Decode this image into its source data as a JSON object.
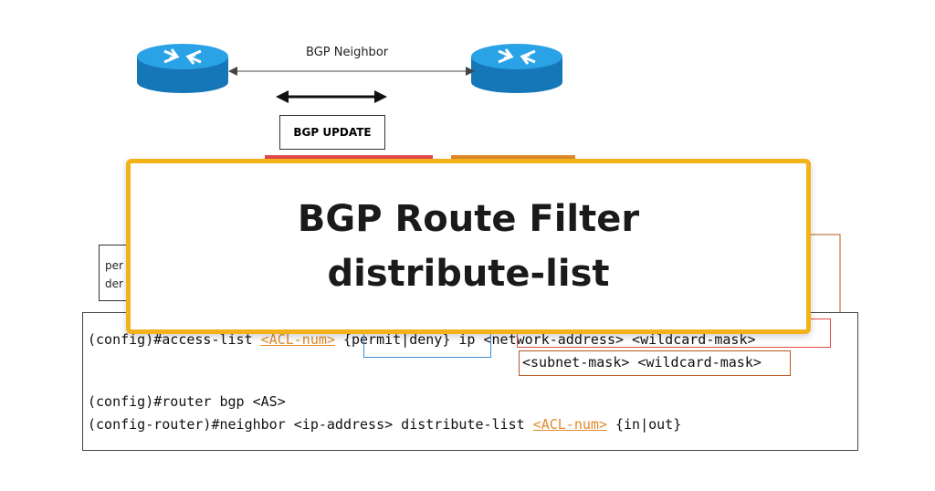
{
  "diagram": {
    "neighbor_label": "BGP Neighbor",
    "update_label": "BGP UPDATE",
    "small_box_lines": [
      "per",
      "der"
    ],
    "code_lines": {
      "acl_prefix": "(config)#access-list ",
      "acl_num": "<ACL-num>",
      "acl_mid": " {permit|deny} ip ",
      "acl_suffix": "<network-address> <wildcard-mask>",
      "subnet_line": "<subnet-mask> <wildcard-mask>",
      "router_line": "(config)#router bgp <AS>",
      "neighbor_prefix": "(config-router)#neighbor <ip-address> distribute-list ",
      "neighbor_acl": "<ACL-num>",
      "neighbor_suffix": " {in|out}"
    },
    "colors": {
      "title_border": "#f3b11a",
      "router_blue": "#1f8fd4",
      "acl_orange": "#e08a2a",
      "red_highlight": "#e24a4a",
      "blue_highlight": "#3b8ed6",
      "brown_highlight": "#b8581e"
    }
  },
  "title": {
    "line1": "BGP Route Filter",
    "line2": "distribute-list"
  }
}
